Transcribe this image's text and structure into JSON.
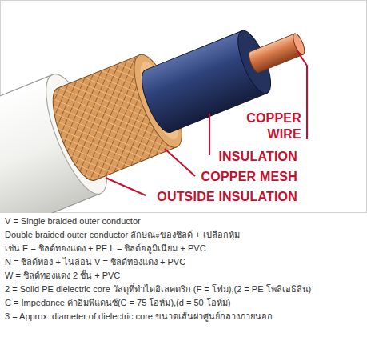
{
  "diagram": {
    "labels": [
      "COPPER WIRE",
      "INSULATION",
      "COPPER MESH",
      "OUTSIDE INSULATION",
      "V = Single braided outer conductor",
      "Double braided outer conductor ลักษณะของชิลด์ + เปลือกหุ้ม",
      "เช่น E = ชิลด์ทองแดง + PE L = ชิลด์อลูมิเนียม + PVC",
      "N = ชิลด์ทอง + ไนล่อน V = ชิลด์ทองแดง + PVC",
      "W = ชิลด์ทองแดง 2 ชั้น + PVC",
      "2 = Solid PE dielectric core วัสดุที่ทำไดอิเลคตริก (F = โฟม),(2 = PE โพลิเอธิลีน)",
      "C = Impedance ค่าอิมพีแดนซ์(C = 75 โอห์ม),(d = 50 โอห์ม)",
      "3 = Approx. diameter of dielectric core ขนาดเส้นผ่าศูนย์กลางภายนอก"
    ]
  }
}
